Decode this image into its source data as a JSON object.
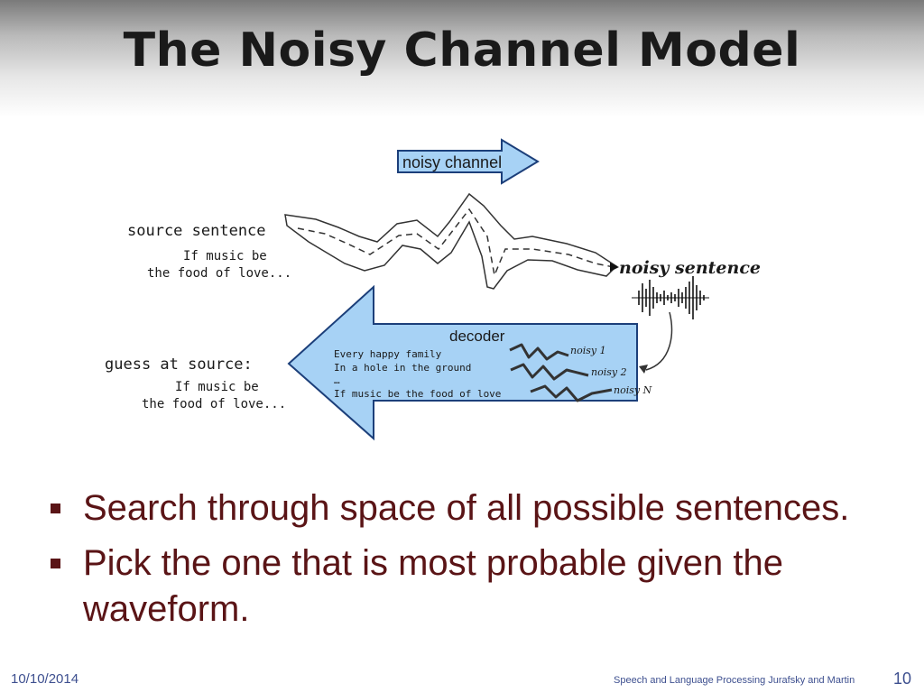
{
  "slide": {
    "title": "The Noisy Channel Model"
  },
  "diagram": {
    "channel_arrow_label": "noisy channel",
    "source_label": "source sentence",
    "source_text": [
      "If music be",
      "the food of love..."
    ],
    "noisy_label": "noisy sentence",
    "decoder_label": "decoder",
    "guess_label": "guess at source:",
    "guess_text": [
      "If music be",
      "the food of love..."
    ],
    "candidates": [
      "Every happy family",
      "In a hole in the ground",
      "…",
      "If music be the food of love"
    ],
    "noisy_tags": [
      "noisy 1",
      "noisy 2",
      "noisy N"
    ],
    "colors": {
      "arrow_fill": "#a7d2f5",
      "arrow_stroke": "#1c3f7a"
    }
  },
  "bullets": [
    "Search through space of all possible sentences.",
    "Pick the one that is most probable given the waveform."
  ],
  "footer": {
    "date": "10/10/2014",
    "credit": "Speech and Language Processing  Jurafsky and Martin",
    "page": "10"
  }
}
